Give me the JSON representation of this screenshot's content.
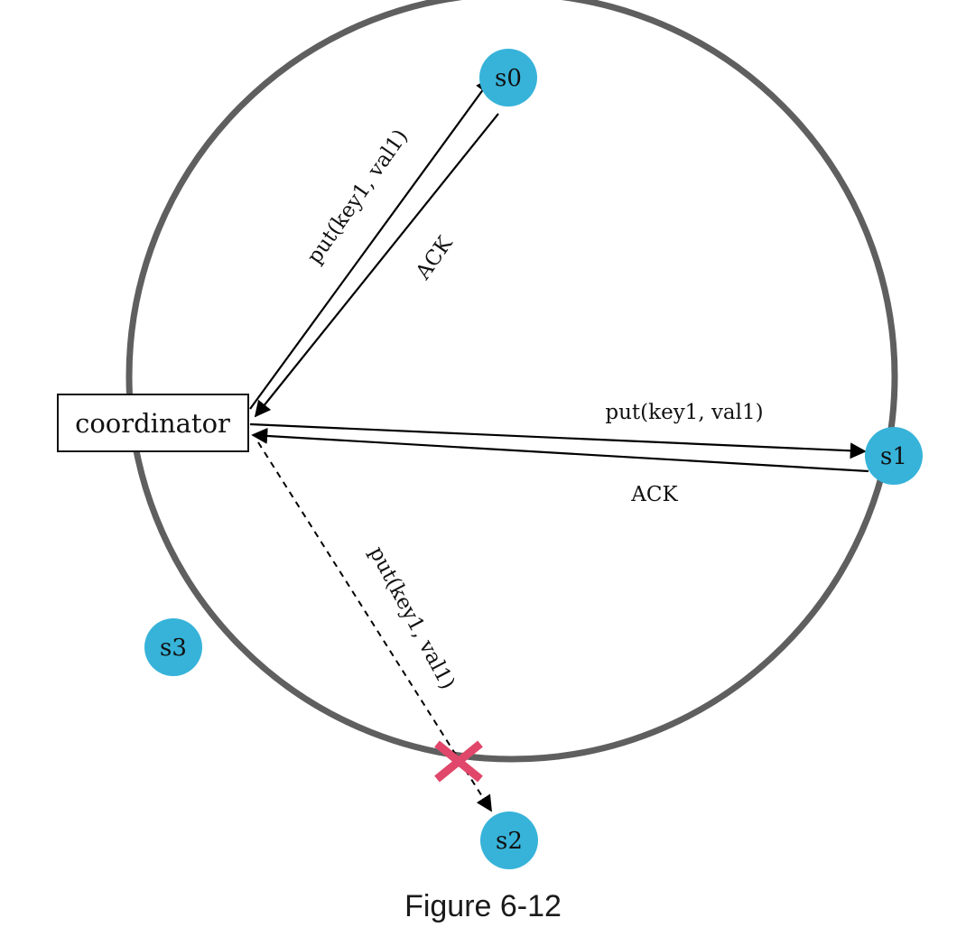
{
  "caption": "Figure 6-12",
  "coordinator": {
    "label": "coordinator"
  },
  "servers": [
    {
      "id": "s0",
      "label": "s0"
    },
    {
      "id": "s1",
      "label": "s1"
    },
    {
      "id": "s2",
      "label": "s2"
    },
    {
      "id": "s3",
      "label": "s3"
    }
  ],
  "messages": [
    {
      "id": "put-s0",
      "label": "put(key1, val1)",
      "to": "s0",
      "status": "delivered"
    },
    {
      "id": "ack-s0",
      "label": "ACK",
      "from": "s0",
      "status": "delivered"
    },
    {
      "id": "put-s1",
      "label": "put(key1, val1)",
      "to": "s1",
      "status": "delivered"
    },
    {
      "id": "ack-s1",
      "label": "ACK",
      "from": "s1",
      "status": "delivered"
    },
    {
      "id": "put-s2",
      "label": "put(key1, val1)",
      "to": "s2",
      "status": "failed"
    }
  ],
  "colors": {
    "ring": "#5f5f5f",
    "server": "#37b3d9",
    "server_text": "#111111",
    "arrow": "#000000",
    "failure": "#e0476a"
  },
  "icons": {
    "failure": "x-mark-icon"
  }
}
